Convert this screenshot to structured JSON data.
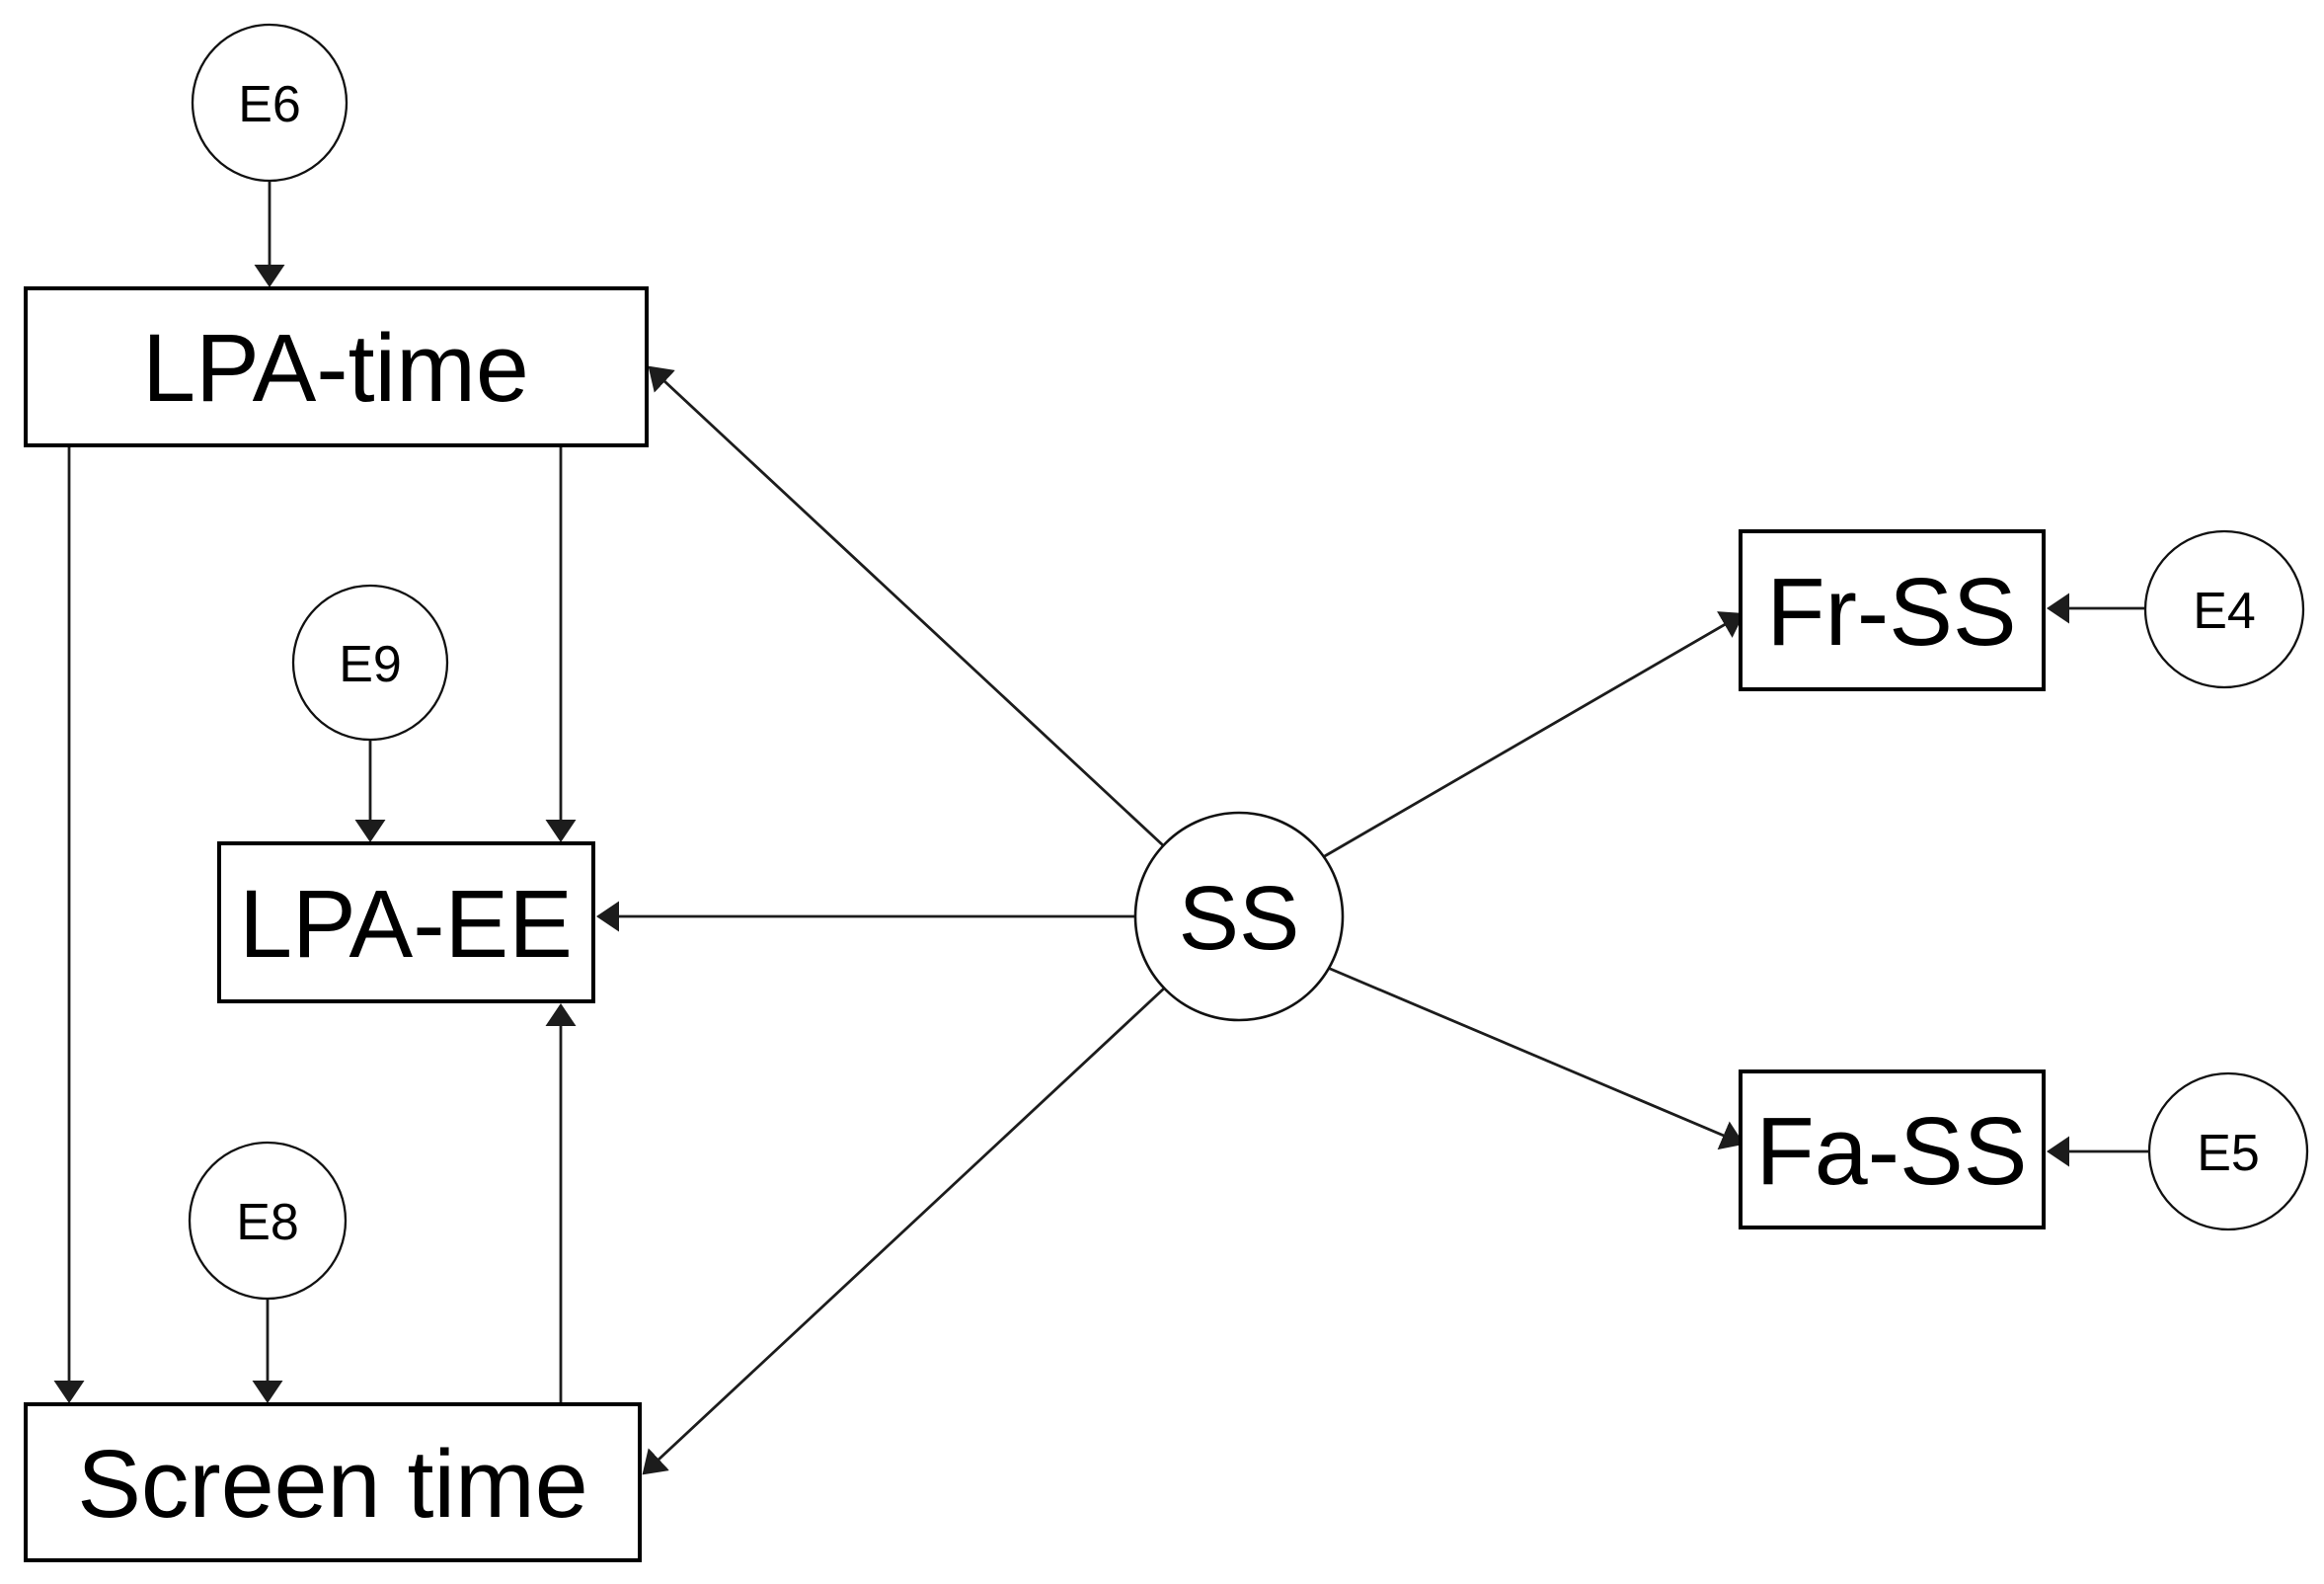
{
  "diagram": {
    "kind": "structural-equation-model-path-diagram",
    "colors": {
      "background": "#ffffff",
      "shape_fill": "#ffffff",
      "stroke": "#000000",
      "text": "#000000"
    },
    "nodes": [
      {
        "id": "lpa-time",
        "shape": "rectangle",
        "role": "observed-variable",
        "label": "LPA-time"
      },
      {
        "id": "lpa-ee",
        "shape": "rectangle",
        "role": "observed-variable",
        "label": "LPA-EE"
      },
      {
        "id": "screen-time",
        "shape": "rectangle",
        "role": "observed-variable",
        "label": "Screen time"
      },
      {
        "id": "fr-ss",
        "shape": "rectangle",
        "role": "observed-variable",
        "label": "Fr-SS"
      },
      {
        "id": "fa-ss",
        "shape": "rectangle",
        "role": "observed-variable",
        "label": "Fa-SS"
      },
      {
        "id": "ss",
        "shape": "circle",
        "role": "latent-variable",
        "label": "SS"
      },
      {
        "id": "e6",
        "shape": "circle",
        "role": "error-term",
        "label": "E6"
      },
      {
        "id": "e9",
        "shape": "circle",
        "role": "error-term",
        "label": "E9"
      },
      {
        "id": "e8",
        "shape": "circle",
        "role": "error-term",
        "label": "E8"
      },
      {
        "id": "e4",
        "shape": "circle",
        "role": "error-term",
        "label": "E4"
      },
      {
        "id": "e5",
        "shape": "circle",
        "role": "error-term",
        "label": "E5"
      }
    ],
    "edges": [
      {
        "from": "E6",
        "to": "LPA-time",
        "type": "single-headed-arrow"
      },
      {
        "from": "E9",
        "to": "LPA-EE",
        "type": "single-headed-arrow"
      },
      {
        "from": "E8",
        "to": "Screen time",
        "type": "single-headed-arrow"
      },
      {
        "from": "E4",
        "to": "Fr-SS",
        "type": "single-headed-arrow"
      },
      {
        "from": "E5",
        "to": "Fa-SS",
        "type": "single-headed-arrow"
      },
      {
        "from": "LPA-time",
        "to": "Screen time",
        "type": "single-headed-arrow"
      },
      {
        "from": "LPA-time",
        "to": "LPA-EE",
        "type": "single-headed-arrow"
      },
      {
        "from": "Screen time",
        "to": "LPA-EE",
        "type": "single-headed-arrow"
      },
      {
        "from": "SS",
        "to": "LPA-time",
        "type": "single-headed-arrow"
      },
      {
        "from": "SS",
        "to": "LPA-EE",
        "type": "single-headed-arrow"
      },
      {
        "from": "SS",
        "to": "Screen time",
        "type": "single-headed-arrow"
      },
      {
        "from": "SS",
        "to": "Fr-SS",
        "type": "single-headed-arrow"
      },
      {
        "from": "SS",
        "to": "Fa-SS",
        "type": "single-headed-arrow"
      }
    ]
  }
}
